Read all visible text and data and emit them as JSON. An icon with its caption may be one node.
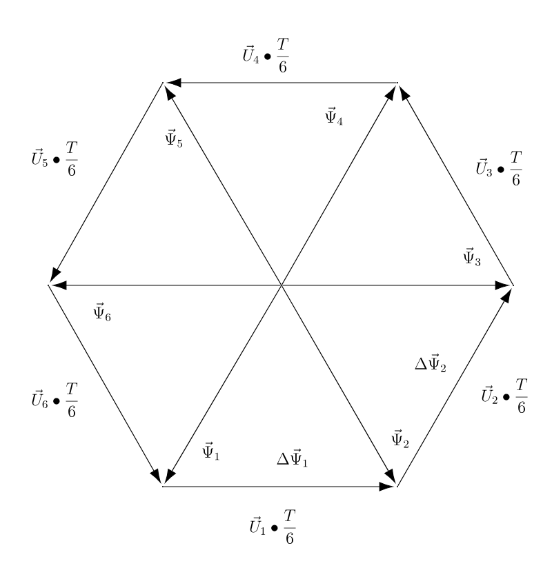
{
  "diagram": {
    "nodes": [
      {
        "text": [],
        "shape": "point"
      },
      {
        "text": [],
        "shape": "point"
      },
      {
        "text": [],
        "shape": "point"
      },
      {
        "text": [],
        "shape": "point"
      },
      {
        "text": [],
        "shape": "point"
      },
      {
        "text": [],
        "shape": "point"
      },
      {
        "text": [],
        "shape": "point"
      }
    ],
    "edges": [
      {
        "from": 0,
        "to": 1,
        "arrow": "to",
        "label": "\\vec{\\Psi}_1"
      },
      {
        "from": 0,
        "to": 2,
        "arrow": "to",
        "label": "\\vec{\\Psi}_2"
      },
      {
        "from": 0,
        "to": 3,
        "arrow": "to",
        "label": "\\vec{\\Psi}_3"
      },
      {
        "from": 0,
        "to": 4,
        "arrow": "to",
        "label": "\\vec{\\Psi}_4"
      },
      {
        "from": 0,
        "to": 5,
        "arrow": "to",
        "label": "\\vec{\\Psi}_5"
      },
      {
        "from": 0,
        "to": 6,
        "arrow": "to",
        "label": "\\vec{\\Psi}_6"
      },
      {
        "from": 1,
        "to": 2,
        "arrow": "to",
        "label": "\\vec{U}_1\\bullet\\frac{T}{6}"
      },
      {
        "from": 2,
        "to": 3,
        "arrow": "to",
        "label": "\\vec{U}_2\\bullet\\frac{T}{6}"
      },
      {
        "from": 3,
        "to": 4,
        "arrow": "to",
        "label": "\\vec{U}_3\\bullet\\frac{T}{6}"
      },
      {
        "from": 4,
        "to": 5,
        "arrow": "to",
        "label": "\\vec{U}_4\\bullet\\frac{T}{6}"
      },
      {
        "from": 5,
        "to": 6,
        "arrow": "to",
        "label": "\\vec{U}_5\\bullet\\frac{T}{6}"
      },
      {
        "from": 6,
        "to": 1,
        "arrow": "to",
        "label": "\\vec{U}_6\\bullet\\frac{T}{6}"
      }
    ],
    "labels": [
      "\\Delta\\vec{\\Psi}_1",
      "\\Delta\\vec{\\Psi}_2"
    ]
  }
}
